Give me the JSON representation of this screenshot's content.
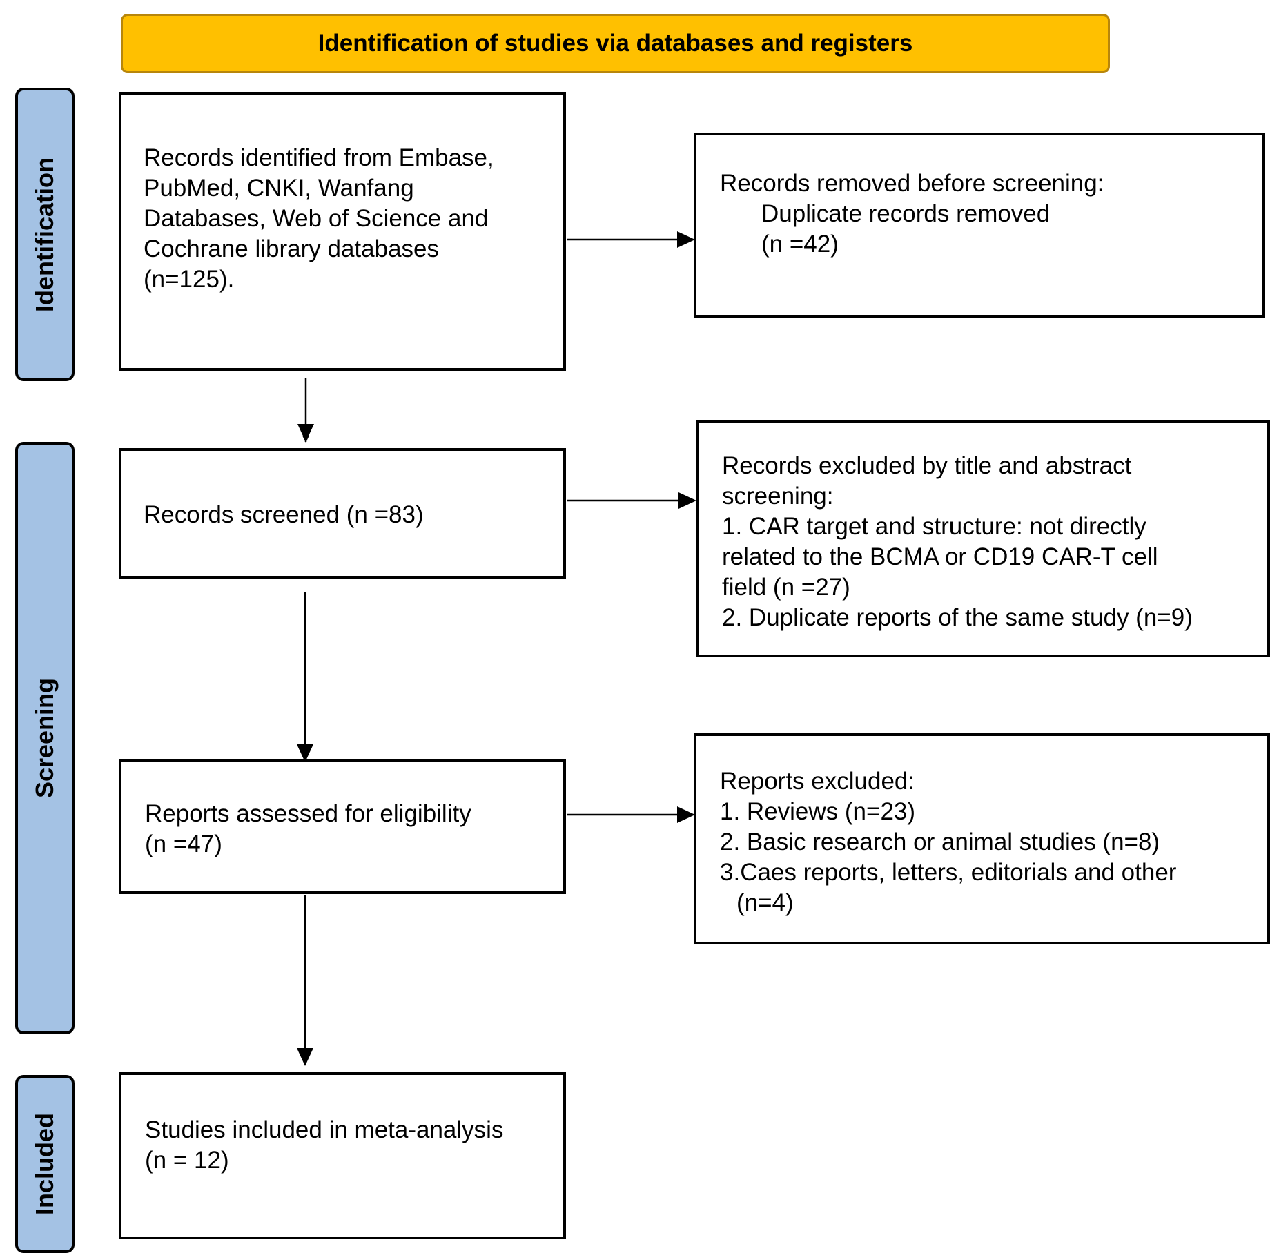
{
  "header": {
    "title": "Identification of studies via databases and registers"
  },
  "stages": {
    "identification": "Identification",
    "screening": "Screening",
    "included": "Included"
  },
  "boxes": {
    "records_identified": [
      "Records identified from Embase,",
      "PubMed, CNKI, Wanfang",
      "Databases, Web of Science and",
      "Cochrane library databases",
      "(n=125)."
    ],
    "records_removed": [
      "Records removed before screening:",
      "Duplicate records removed",
      "(n =42)"
    ],
    "records_screened": [
      "Records screened (n =83)"
    ],
    "records_excluded": [
      "Records excluded by title and abstract",
      "screening:",
      "1. CAR target and structure: not directly",
      "related to the BCMA or CD19 CAR-T cell",
      "field (n =27)",
      "2. Duplicate reports of the same study (n=9)"
    ],
    "reports_assessed": [
      "Reports assessed for eligibility",
      "(n =47)"
    ],
    "reports_excluded": [
      "Reports excluded:",
      "1. Reviews (n=23)",
      "2. Basic research or animal studies (n=8)",
      "3.Caes reports, letters, editorials and other",
      "(n=4)"
    ],
    "studies_included": [
      "Studies included in meta-analysis",
      "(n = 12)"
    ]
  }
}
